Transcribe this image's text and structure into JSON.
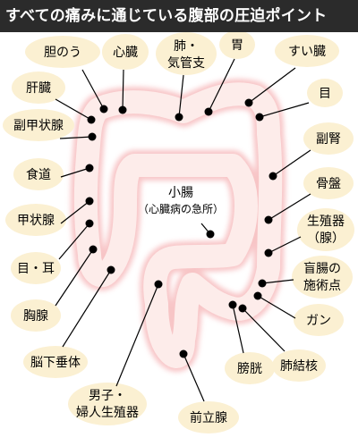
{
  "title": "すべての痛みに通じている腹部の圧迫ポイント",
  "colors": {
    "title_bg": "#2b2b2b",
    "title_text": "#ffffff",
    "label_bubble": "#fbf0d2",
    "intestine_fill": "#fdecea",
    "intestine_glow": "#f6b7b9",
    "dot": "#000000",
    "line": "#000000"
  },
  "center_label": {
    "line1": "小腸",
    "line2": "（心臓病の急所）"
  },
  "labels": {
    "gallbladder": "胆のう",
    "heart": "心臓",
    "lung_line1": "肺・",
    "lung_line2": "気管支",
    "stomach": "胃",
    "pancreas": "すい臓",
    "liver": "肝臓",
    "eye": "目",
    "adrenal": "副甲状腺",
    "adrenal_gland": "副腎",
    "esophagus": "食道",
    "pelvis": "骨盤",
    "thyroid": "甲状腺",
    "reproductive_line1": "生殖器",
    "reproductive_line2": "（腺）",
    "eye_ear": "目・耳",
    "appendix_line1": "盲腸の",
    "appendix_line2": "施術点",
    "breast": "胸腺",
    "cancer": "ガン",
    "pituitary": "脳下垂体",
    "bladder": "膀胱",
    "tuberculosis": "肺結核",
    "genital_line1": "男子・",
    "genital_line2": "婦人生殖器",
    "prostate": "前立腺"
  }
}
